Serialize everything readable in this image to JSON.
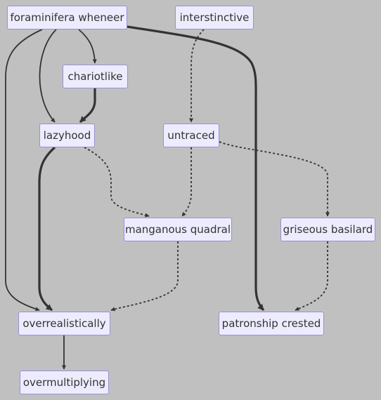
{
  "diagram": {
    "nodes": [
      {
        "id": "foraminifera",
        "label": "foraminifera wheneer"
      },
      {
        "id": "interstinctive",
        "label": "interstinctive"
      },
      {
        "id": "chariotlike",
        "label": "chariotlike"
      },
      {
        "id": "lazyhood",
        "label": "lazyhood"
      },
      {
        "id": "untraced",
        "label": "untraced"
      },
      {
        "id": "manganous",
        "label": "manganous quadral"
      },
      {
        "id": "griseous",
        "label": "griseous basilard"
      },
      {
        "id": "overrealistically",
        "label": "overrealistically"
      },
      {
        "id": "patronship",
        "label": "patronship crested"
      },
      {
        "id": "overmultiplying",
        "label": "overmultiplying"
      }
    ],
    "edges": [
      {
        "from": "foraminifera",
        "to": "chariotlike",
        "style": "normal"
      },
      {
        "from": "foraminifera",
        "to": "lazyhood",
        "style": "normal"
      },
      {
        "from": "foraminifera",
        "to": "overrealistically",
        "style": "normal"
      },
      {
        "from": "foraminifera",
        "to": "patronship",
        "style": "thick"
      },
      {
        "from": "chariotlike",
        "to": "lazyhood",
        "style": "thick"
      },
      {
        "from": "interstinctive",
        "to": "untraced",
        "style": "dotted"
      },
      {
        "from": "lazyhood",
        "to": "overrealistically",
        "style": "thick"
      },
      {
        "from": "lazyhood",
        "to": "manganous",
        "style": "dotted"
      },
      {
        "from": "untraced",
        "to": "manganous",
        "style": "dotted"
      },
      {
        "from": "untraced",
        "to": "griseous",
        "style": "dotted"
      },
      {
        "from": "manganous",
        "to": "overrealistically",
        "style": "dotted"
      },
      {
        "from": "griseous",
        "to": "patronship",
        "style": "dotted"
      },
      {
        "from": "overrealistically",
        "to": "overmultiplying",
        "style": "normal"
      }
    ],
    "colors": {
      "background": "#c0c0c0",
      "node_fill": "#ececfe",
      "node_border": "#9b8fd6",
      "edge": "#333333",
      "text": "#333333"
    }
  }
}
